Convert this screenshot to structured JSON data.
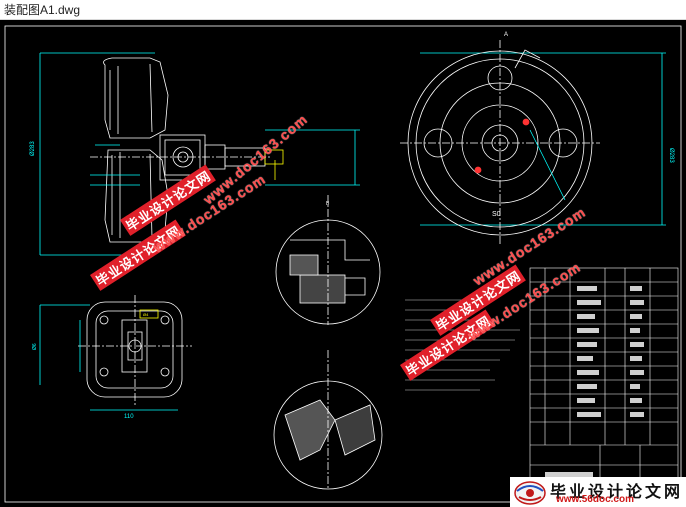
{
  "window": {
    "title": "装配图A1.dwg"
  },
  "drawing": {
    "line_color": "#ffffff",
    "dim_color": "#00ffff",
    "accent_color": "#ffff00",
    "dim_labels": {
      "left_height": "Ø283",
      "right_height": "Ø283",
      "bottom_width": "110",
      "left_bottom": "Ø6",
      "small_square": "Ø4",
      "label_s0": "S0"
    },
    "section_labels": {
      "a": "A",
      "b": "B"
    }
  },
  "watermarks": {
    "cn_text": "毕业设计论文网",
    "url_text": "www.doc163.com",
    "url_alt": "WWW.56doc.com"
  },
  "logo": {
    "cn": "毕业设计论文网",
    "url": "www.56doc.com",
    "icon": "globe-logo-icon"
  }
}
